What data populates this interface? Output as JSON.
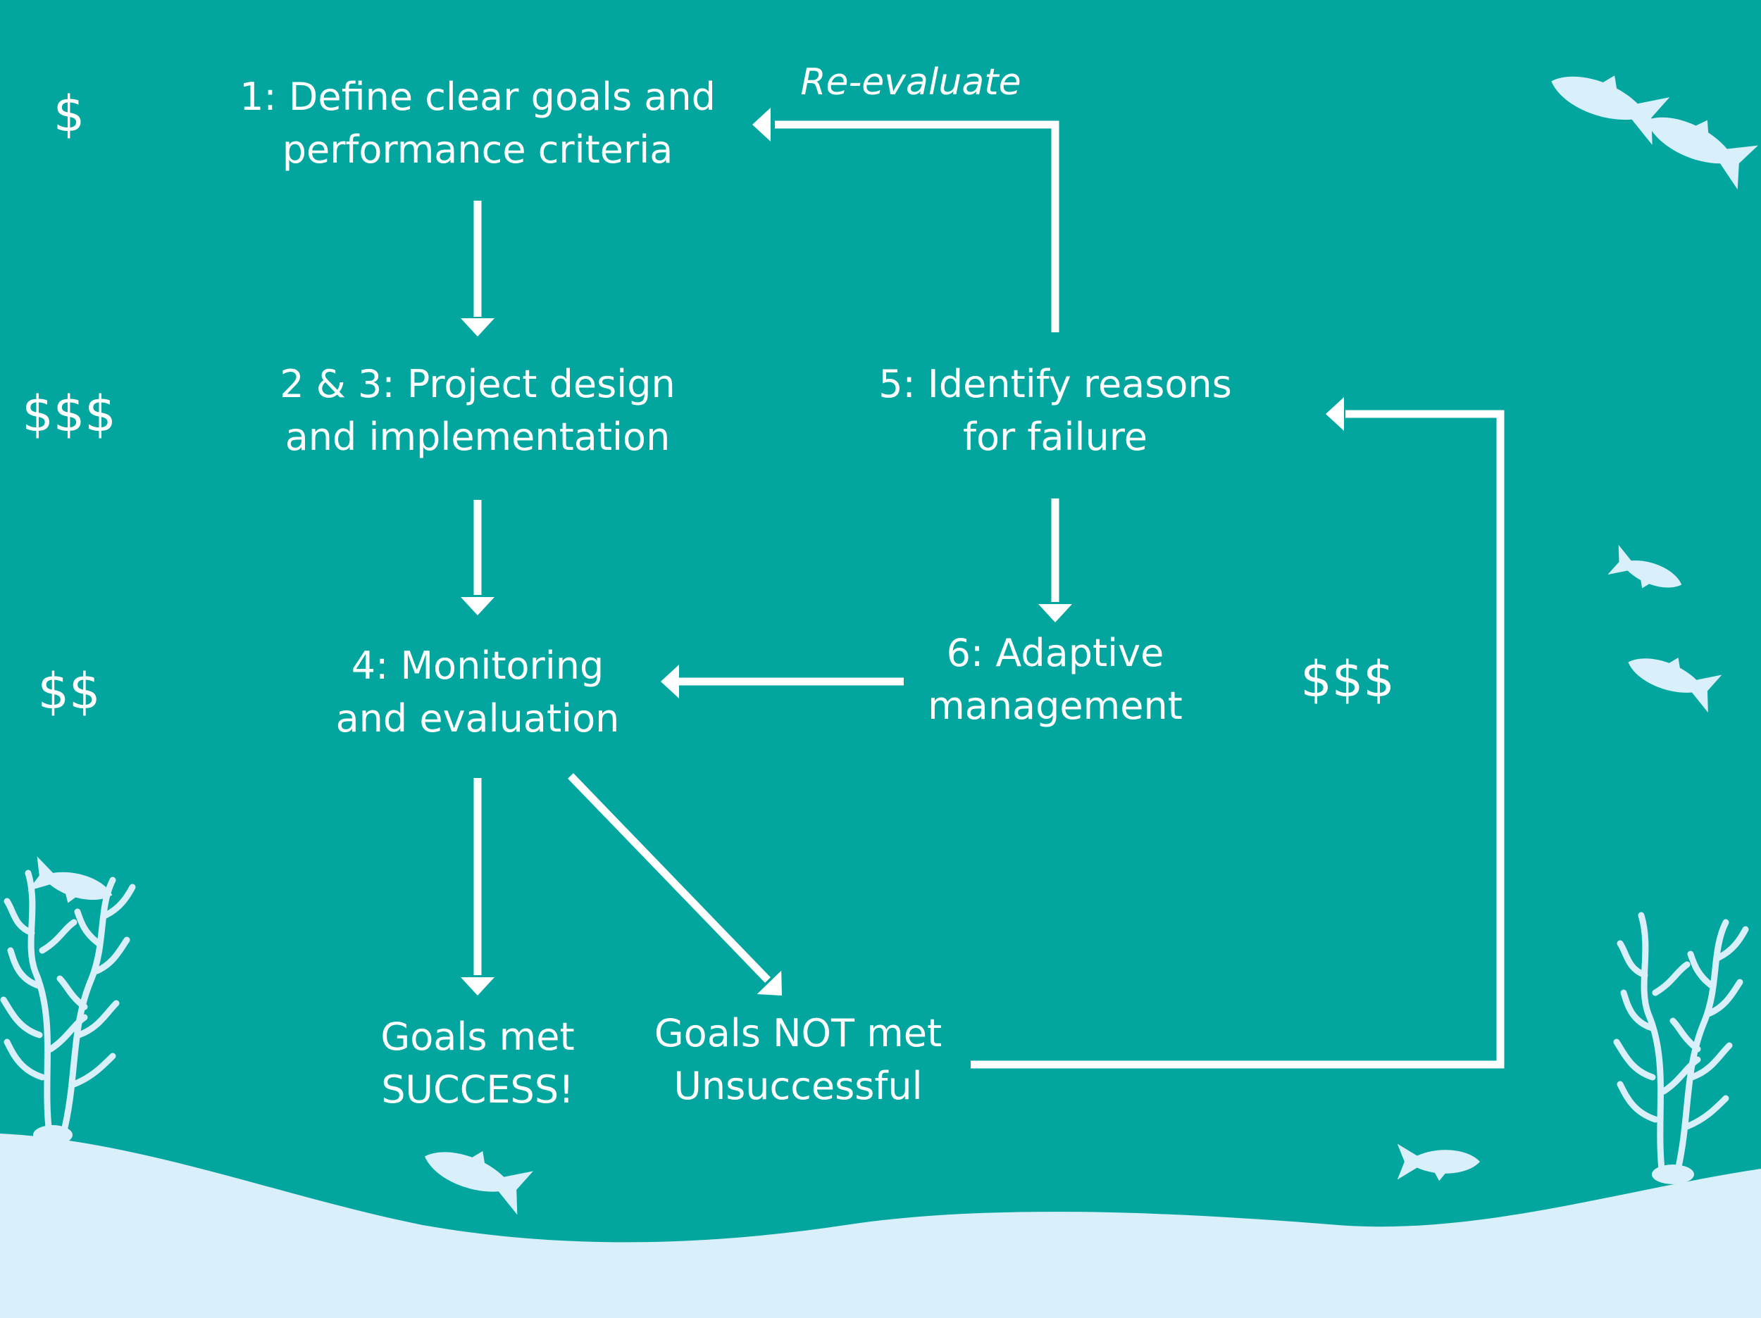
{
  "colors": {
    "background": "#02a69e",
    "seafloor": "#d9eff9",
    "creatures": "#d9eff9",
    "lines": "#ffffff",
    "text": "#ffffff"
  },
  "nodes": {
    "define_goals": {
      "line1": "1: Define clear goals and",
      "line2": "performance criteria"
    },
    "design": {
      "line1": "2 & 3: Project design",
      "line2": "and implementation"
    },
    "monitoring": {
      "line1": "4: Monitoring",
      "line2": "and evaluation"
    },
    "failure": {
      "line1": "5: Identify reasons",
      "line2": "for failure"
    },
    "adaptive": {
      "line1": "6: Adaptive",
      "line2": "management"
    },
    "goals_met": {
      "line1": "Goals met",
      "line2": "SUCCESS!"
    },
    "goals_not_met": {
      "line1": "Goals NOT met",
      "line2": "Unsuccessful"
    }
  },
  "labels": {
    "reevaluate": "Re-evaluate"
  },
  "costs": {
    "step1": "$",
    "step23": "$$$",
    "step4": "$$",
    "steps56": "$$$"
  },
  "decorations": {
    "icons": [
      "fish-icon",
      "seaweed-icon",
      "seafloor-icon"
    ]
  }
}
